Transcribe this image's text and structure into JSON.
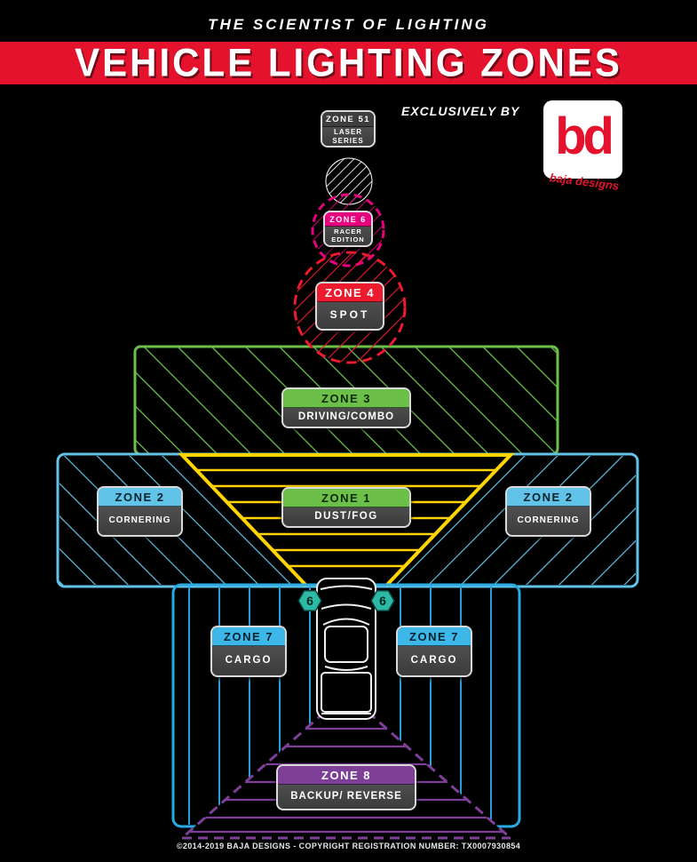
{
  "header": {
    "tagline": "THE SCIENTIST OF LIGHTING",
    "title": "VEHICLE LIGHTING ZONES",
    "exclusively_by": "EXCLUSIVELY BY"
  },
  "logo": {
    "letters": "bd",
    "name": "baja designs"
  },
  "colors": {
    "banner_red": "#e4122d",
    "zone1_yellow": "#ffd400",
    "zone2_blue": "#62c3e8",
    "zone3_green": "#6cc04a",
    "zone4_red": "#ed1b2e",
    "zone6_magenta": "#e6007e",
    "zone7_blue": "#29abe2",
    "zone8_purple": "#7d3f98",
    "laser_white": "#ffffff",
    "marker_teal": "#2cb9a5"
  },
  "zones": {
    "zone51": {
      "label": "ZONE 51",
      "line1": "LASER",
      "line2": "SERIES"
    },
    "zone6": {
      "label": "ZONE 6",
      "line1": "RACER",
      "line2": "EDITION"
    },
    "zone4": {
      "label": "ZONE 4",
      "name": "SPOT"
    },
    "zone3": {
      "label": "ZONE 3",
      "name": "DRIVING/COMBO"
    },
    "zone1": {
      "label": "ZONE 1",
      "name": "DUST/FOG"
    },
    "zone2": {
      "label": "ZONE 2",
      "name": "CORNERING"
    },
    "zone7": {
      "label": "ZONE 7",
      "name": "CARGO"
    },
    "zone8": {
      "label": "ZONE 8",
      "name": "BACKUP/ REVERSE"
    }
  },
  "markers": {
    "left_hex": "6",
    "right_hex": "6"
  },
  "footer": {
    "copyright": "©2014-2019 BAJA DESIGNS - COPYRIGHT REGISTRATION NUMBER: TX0007930854"
  }
}
